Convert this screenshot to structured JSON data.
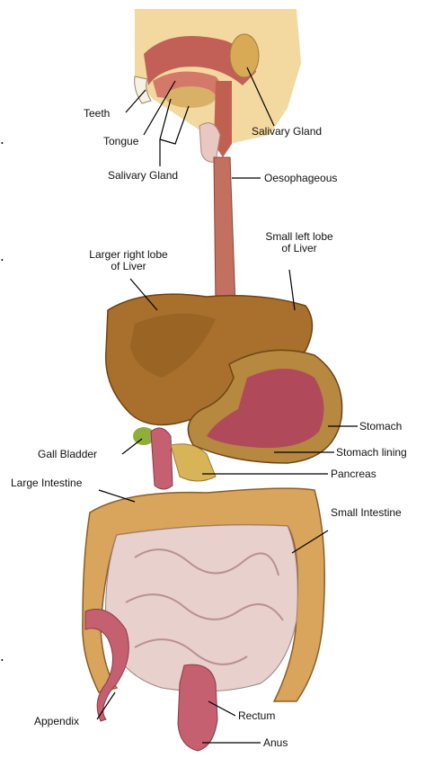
{
  "labels": {
    "teeth": "Teeth",
    "tongue": "Tongue",
    "salivary_gland_left": "Salivary Gland",
    "salivary_gland_right": "Salivary Gland",
    "oesophageous": "Oesophageous",
    "small_left_lobe_line1": "Small left lobe",
    "small_left_lobe_line2": "of Liver",
    "larger_right_lobe_line1": "Larger right lobe",
    "larger_right_lobe_line2": "of Liver",
    "stomach": "Stomach",
    "stomach_lining": "Stomach lining",
    "gall_bladder": "Gall Bladder",
    "pancreas": "Pancreas",
    "large_intestine": "Large Intestine",
    "small_intestine": "Small Intestine",
    "appendix": "Appendix",
    "rectum": "Rectum",
    "anus": "Anus"
  },
  "colors": {
    "skin": "#f3d9a0",
    "liver": "#a8702c",
    "liver_dark": "#7d4e18",
    "oesophagus": "#c47060",
    "stomach_lining": "#b04a5a",
    "large_intestine": "#d9a45c",
    "small_intestine": "#e8d0cc",
    "gall_bladder": "#8fae3a",
    "pancreas": "#d8b458",
    "rectum": "#c46070",
    "leader": "#000000"
  }
}
